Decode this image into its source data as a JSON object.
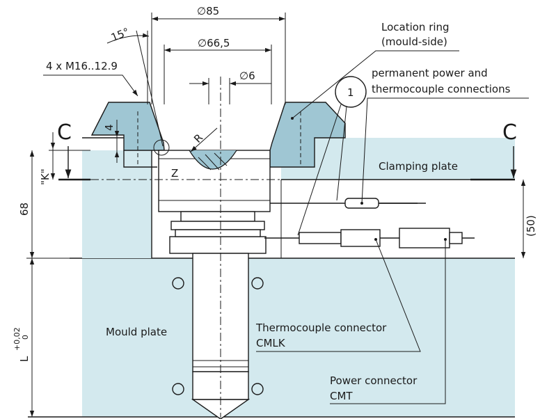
{
  "labels": {
    "dia_85": "∅85",
    "dia_66_5": "∅66,5",
    "dia_6": "∅6",
    "angle_15": "15°",
    "bolts": "4 x M16..12.9",
    "location_ring_1": "Location ring",
    "location_ring_2": "(mould-side)",
    "permanent_1": "permanent power and",
    "permanent_2": "thermocouple connections",
    "callout_1": "1",
    "section_c_left": "C",
    "section_c_right": "C",
    "dim_4": "4",
    "radius_r": "R",
    "k_dim": "\"K\"",
    "z_label": "Z",
    "clamping_plate": "Clamping plate",
    "dim_68": "68",
    "dim_50": "(50)",
    "mould_plate": "Mould plate",
    "thermo_conn_1": "Thermocouple connector",
    "thermo_conn_2": "CMLK",
    "power_conn_1": "Power connector",
    "power_conn_2": "CMT",
    "tol_L": "L",
    "tol_upper": "+0,02",
    "tol_lower": "0"
  },
  "colors": {
    "plate_light": "#d3e9ee",
    "ring_blue": "#9fc6d3",
    "line": "#1a1a1a"
  }
}
